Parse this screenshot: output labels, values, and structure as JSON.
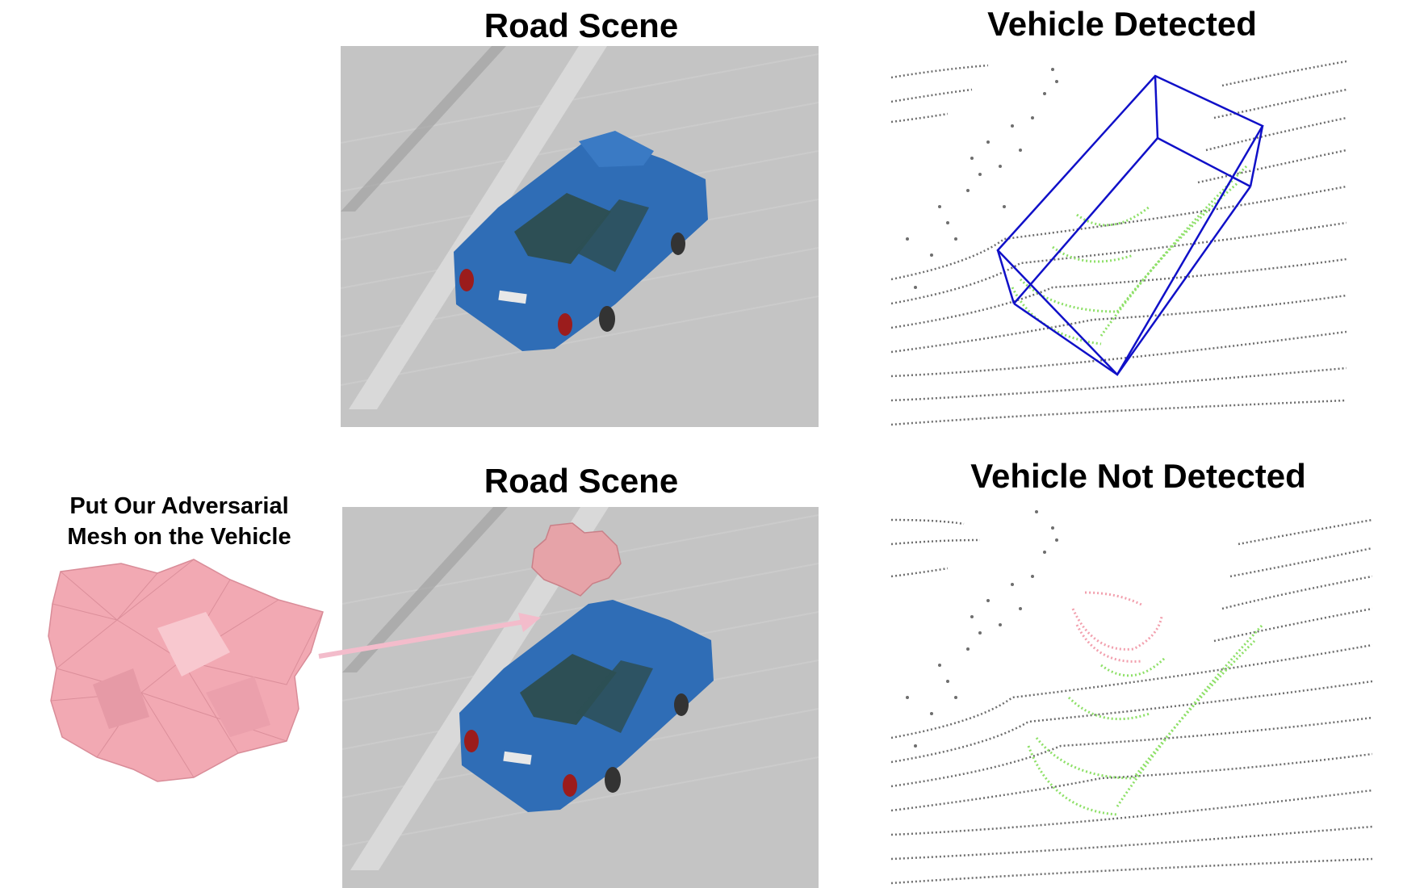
{
  "top_row": {
    "scene_title": "Road Scene",
    "result_title": "Vehicle Detected"
  },
  "bottom_row": {
    "scene_title": "Road Scene",
    "result_title": "Vehicle Not Detected",
    "caption_line1": "Put Our Adversarial",
    "caption_line2": "Mesh on the Vehicle"
  },
  "colors": {
    "road": "#c4c4c4",
    "car_body": "#2f6db6",
    "car_window": "#2d4f55",
    "mesh": "#f2a9b3",
    "lidar_points": "#6e6e6e",
    "vehicle_points": "#8ee068",
    "mesh_points": "#f2a0ae",
    "bounding_box": "#1010c8",
    "arrow": "#f3bccb"
  }
}
